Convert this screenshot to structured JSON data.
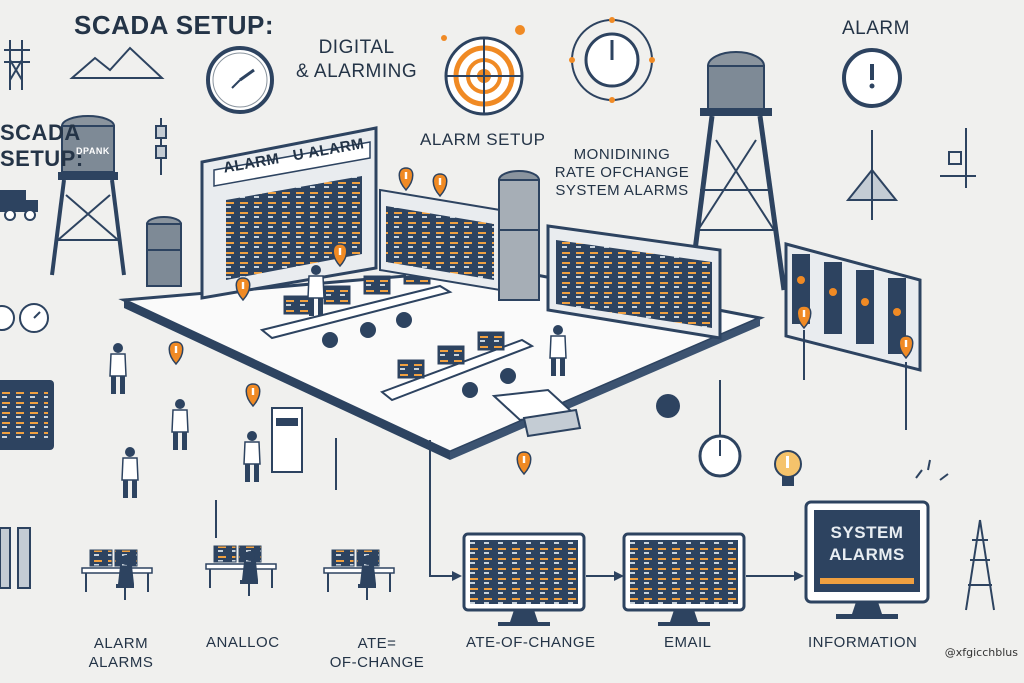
{
  "labels": {
    "title": "SCADA SETUP:",
    "digital_line1": "DIGITAL",
    "digital_line2": "& ALARMING",
    "alarm_top": "ALARM",
    "scada_left_1": "SCADA",
    "scada_left_2": "SETUP:",
    "alarm_setup": "ALARM SETUP",
    "monitoring": "MONIDINING",
    "rate_of_change": "RATE OFCHANGE",
    "system_alarms": "SYSTEM ALARMS",
    "wall_board": "ALARM   U ALARM",
    "tank_label": "DPANK",
    "screen_system": "SYSTEM",
    "screen_alarms": "ALARMS",
    "bottom_alarm_1": "ALARM",
    "bottom_alarm_2": "ALARMS",
    "bottom_analloc": "ANALLOC",
    "bottom_ate_1": "ATE=",
    "bottom_ate_2": "OF-CHANGE",
    "bottom_rate": "ATE-OF-CHANGE",
    "bottom_email": "EMAIL",
    "bottom_information": "INFORMATION",
    "watermark": "@xfgicchblus"
  },
  "colors": {
    "navy": "#2d4360",
    "steel": "#8a949e",
    "orange": "#f08a24",
    "background": "#f0f0ee"
  },
  "icons": [
    "clock-icon",
    "target-icon",
    "compass-icon",
    "alarm-clock-icon",
    "lightbulb-icon",
    "water-tower-icon",
    "radio-tower-icon",
    "location-pin-icon"
  ]
}
